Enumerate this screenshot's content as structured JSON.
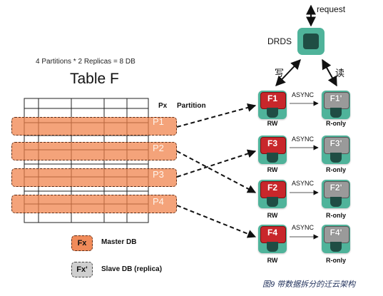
{
  "request_label": "request",
  "drds_label": "DRDS",
  "write_label": "写",
  "read_label": "读",
  "subtitle": "4 Partitions * 2 Replicas = 8 DB",
  "table_title": "Table F",
  "col_px": "Px",
  "col_partition": "Partition",
  "partitions": [
    "P1",
    "P2",
    "P3",
    "P4"
  ],
  "pairs": [
    {
      "master": "F1",
      "slave": "F1'",
      "async": "ASYNC",
      "rw": "RW",
      "ro": "R-only"
    },
    {
      "master": "F3",
      "slave": "F3'",
      "async": "ASYNC",
      "rw": "RW",
      "ro": "R-only"
    },
    {
      "master": "F2",
      "slave": "F2'",
      "async": "ASYNC",
      "rw": "RW",
      "ro": "R-only"
    },
    {
      "master": "F4",
      "slave": "F4'",
      "async": "ASYNC",
      "rw": "RW",
      "ro": "R-only"
    }
  ],
  "legend": {
    "master_box": "Fx",
    "master_text": "Master DB",
    "slave_box": "Fx'",
    "slave_text": "Slave  DB (replica)"
  },
  "caption": "图9   带数据拆分的迁云架构",
  "colors": {
    "partition_bar": "#f08046",
    "node_teal": "#4fb39a",
    "master_red": "#c8272b",
    "slave_gray": "#9a9a9a",
    "caption_blue": "#1f2f5a"
  }
}
